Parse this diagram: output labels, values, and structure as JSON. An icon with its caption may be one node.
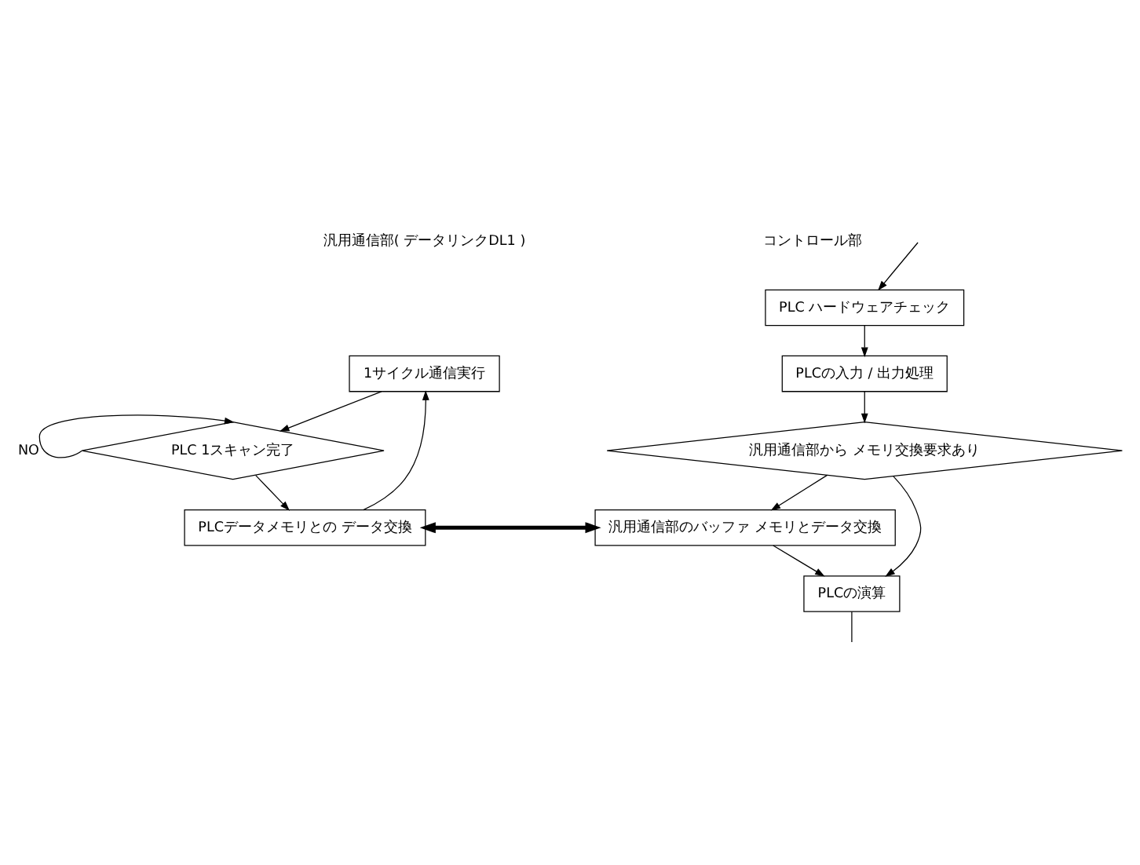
{
  "diagram": {
    "nodes": [
      {
        "text": [
          "1サイクル通信実行"
        ]
      },
      {
        "text": [
          "PLC 1スキャン完了"
        ]
      },
      {
        "text": [
          "PLCデータメモリとの データ交換"
        ]
      },
      {
        "text": [
          "PLC ハードウェアチェック"
        ]
      },
      {
        "text": [
          "PLCの入力 / 出力処理"
        ]
      },
      {
        "text": [
          "汎用通信部から メモリ交換要求あり"
        ]
      },
      {
        "text": [
          "汎用通信部のバッファ メモリとデータ交換"
        ]
      },
      {
        "text": [
          "PLCの演算"
        ]
      }
    ],
    "edges": [
      {
        "from": 2,
        "to": 0,
        "arrow": "to"
      },
      {
        "from": 0,
        "to": 1,
        "arrow": "to"
      },
      {
        "from": 1,
        "to": 1,
        "arrow": "to",
        "label": "NO"
      },
      {
        "from": 1,
        "to": 2,
        "arrow": "to"
      },
      {
        "from": 2,
        "to": 6,
        "arrow": "both",
        "style": "thick"
      },
      {
        "from": null,
        "to": 3,
        "arrow": "to"
      },
      {
        "from": 3,
        "to": 4,
        "arrow": "to"
      },
      {
        "from": 4,
        "to": 5,
        "arrow": "to"
      },
      {
        "from": 5,
        "to": 6,
        "arrow": "to"
      },
      {
        "from": 6,
        "to": 7,
        "arrow": "to"
      },
      {
        "from": 5,
        "to": 7,
        "arrow": "to"
      },
      {
        "from": 7,
        "to": null,
        "arrow": "none"
      }
    ],
    "labels": [
      "汎用通信部( データリンクDL1 )",
      "コントロール部"
    ]
  }
}
